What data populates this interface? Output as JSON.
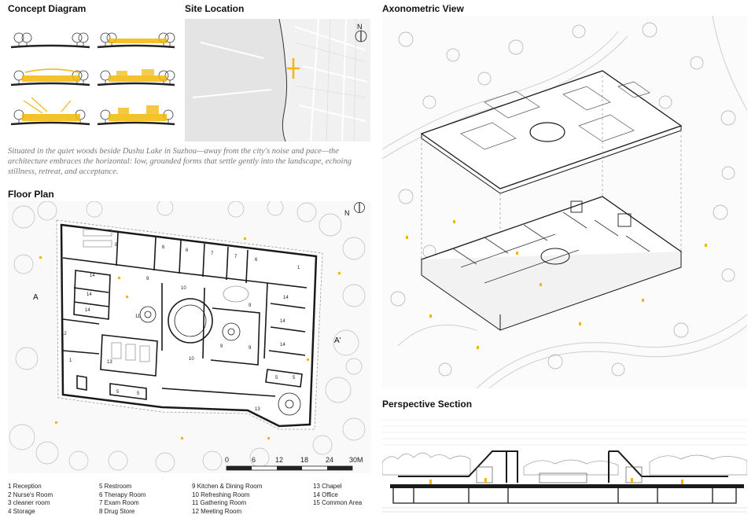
{
  "headings": {
    "concept": "Concept Diagram",
    "site": "Site Location",
    "axon": "Axonometric View",
    "floor": "Floor Plan",
    "section": "Perspective Section"
  },
  "description": "Situated in the quiet woods beside Dushu Lake in Suzhou—away from the city's noise and pace—the architecture embraces the horizontal: low, grounded forms that settle gently into the landscape, echoing stillness, retreat, and acceptance.",
  "north_label": "N",
  "section_marks": {
    "left": "A",
    "right": "A'"
  },
  "scale": {
    "ticks": [
      "0",
      "6",
      "12",
      "18",
      "24",
      "30M"
    ]
  },
  "legend": {
    "col1": [
      "1 Reception",
      "2 Nurse's Room",
      "3 cleaner room",
      "4 Storage"
    ],
    "col2": [
      "5 Restroom",
      "6 Therapy Room",
      "7 Exam Room",
      "8 Drug Store"
    ],
    "col3": [
      "9 Kitchen & Dining Room",
      "10 Refreshing Room",
      "11 Gathering Room",
      "12 Meeting Room"
    ],
    "col4": [
      "13 Chapel",
      "14 Office",
      "15 Common Area"
    ]
  },
  "room_numbers": [
    "8",
    "6",
    "6",
    "7",
    "7",
    "6",
    "1",
    "14",
    "14",
    "14",
    "9",
    "10",
    "11",
    "12",
    "1",
    "13",
    "10",
    "9",
    "14",
    "9",
    "14",
    "14",
    "5",
    "5",
    "5",
    "5",
    "13",
    "9"
  ],
  "colors": {
    "accent": "#f2b705",
    "line": "#1a1a1a",
    "map_bg": "#eeeeee",
    "water": "#e2e2e2"
  }
}
